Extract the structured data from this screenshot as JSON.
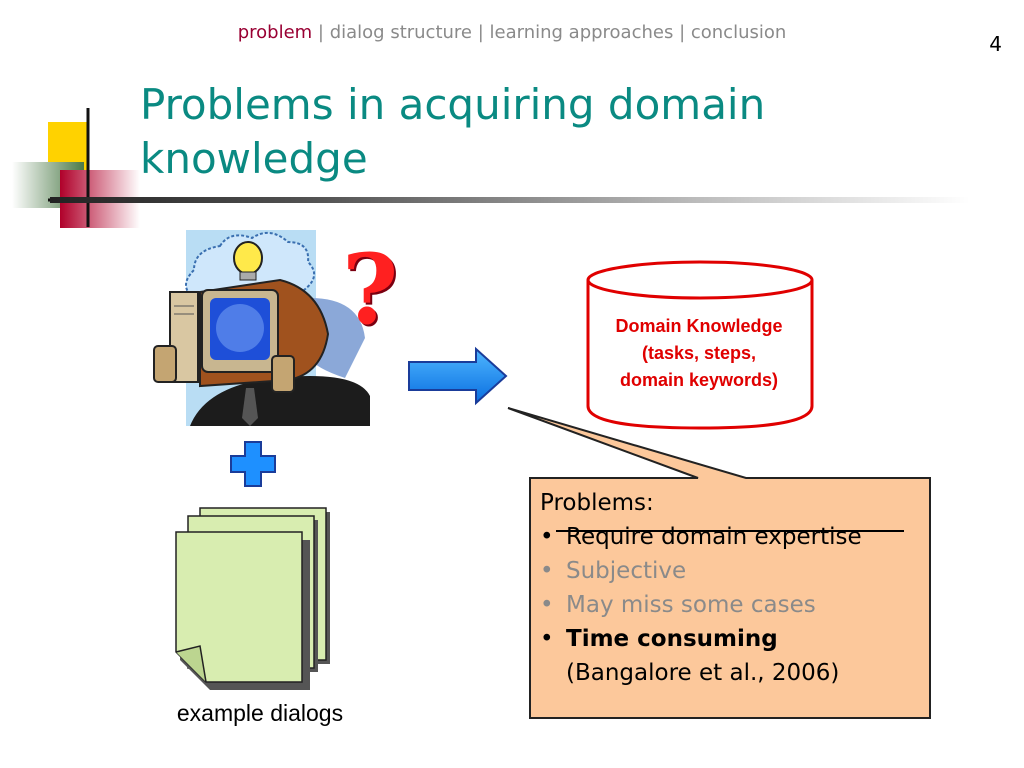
{
  "nav": {
    "active": "problem",
    "rest": " | dialog structure | learning approaches | conclusion"
  },
  "page_number": "4",
  "title": "Problems in acquiring domain knowledge",
  "database": {
    "line1": "Domain Knowledge",
    "line2": "(tasks, steps,",
    "line3": "domain keywords)"
  },
  "callout": {
    "heading": "Problems:",
    "items": [
      {
        "bullet": "•",
        "text": "Require domain expertise",
        "style": "struck"
      },
      {
        "bullet": "•",
        "text": "Subjective",
        "style": "gray"
      },
      {
        "bullet": "•",
        "text": "May miss some cases",
        "style": "gray"
      },
      {
        "bullet": "•",
        "text": "Time consuming",
        "style": "bold"
      }
    ],
    "citation": "(Bangalore et al., 2006)"
  },
  "qmark": "?",
  "dialogs_caption": "example dialogs",
  "icons": [
    "person-computer-icon",
    "question-mark-icon",
    "right-arrow-icon",
    "plus-icon",
    "documents-icon",
    "database-icon"
  ],
  "colors": {
    "title": "#0a8a82",
    "nav_active": "#990033",
    "nav": "#8a8a8a",
    "database_text": "#e00000",
    "callout_fill": "#fcc89b",
    "arrow": "#1e90ff",
    "documents": "#d8edb0"
  }
}
